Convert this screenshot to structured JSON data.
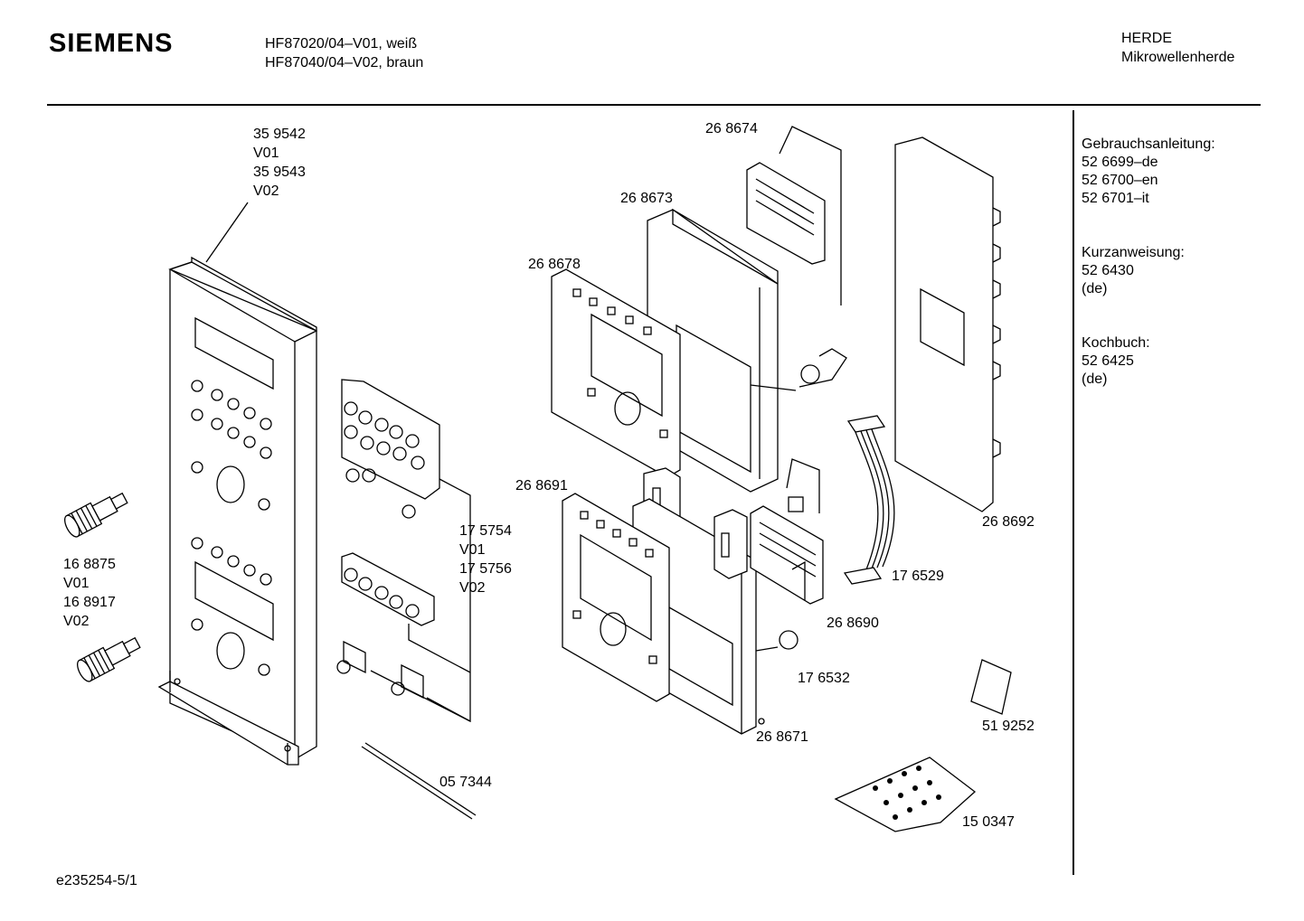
{
  "header": {
    "brand": "SIEMENS",
    "models": [
      "HF87020/04–V01, weiß",
      "HF87040/04–V02, braun"
    ],
    "category": [
      "HERDE",
      "Mikrowellenherde"
    ]
  },
  "docs": [
    {
      "title": "Gebrauchsanleitung:",
      "lines": [
        "52 6699–de",
        "52 6700–en",
        "52 6701–it"
      ]
    },
    {
      "title": "Kurzanweisung:",
      "lines": [
        "52 6430",
        "(de)"
      ]
    },
    {
      "title": "Kochbuch:",
      "lines": [
        "52 6425",
        "(de)"
      ]
    }
  ],
  "parts": {
    "front_panel": [
      "35 9542",
      "V01",
      "35 9543",
      "V02"
    ],
    "knob": [
      "16 8875",
      "V01",
      "16 8917",
      "V02"
    ],
    "keypad_board": [
      "17 5754",
      "V01",
      "17 5756",
      "V02"
    ],
    "rod": "05 7344",
    "p268674": "26 8674",
    "p268673": "26 8673",
    "p268678": "26 8678",
    "p268691": "26 8691",
    "p268692": "26 8692",
    "p176529": "17 6529",
    "p268690": "26 8690",
    "p176532": "17 6532",
    "p268671": "26 8671",
    "p519252": "51 9252",
    "p150347": "15 0347"
  },
  "footer": {
    "code": "e235254-5/1"
  }
}
